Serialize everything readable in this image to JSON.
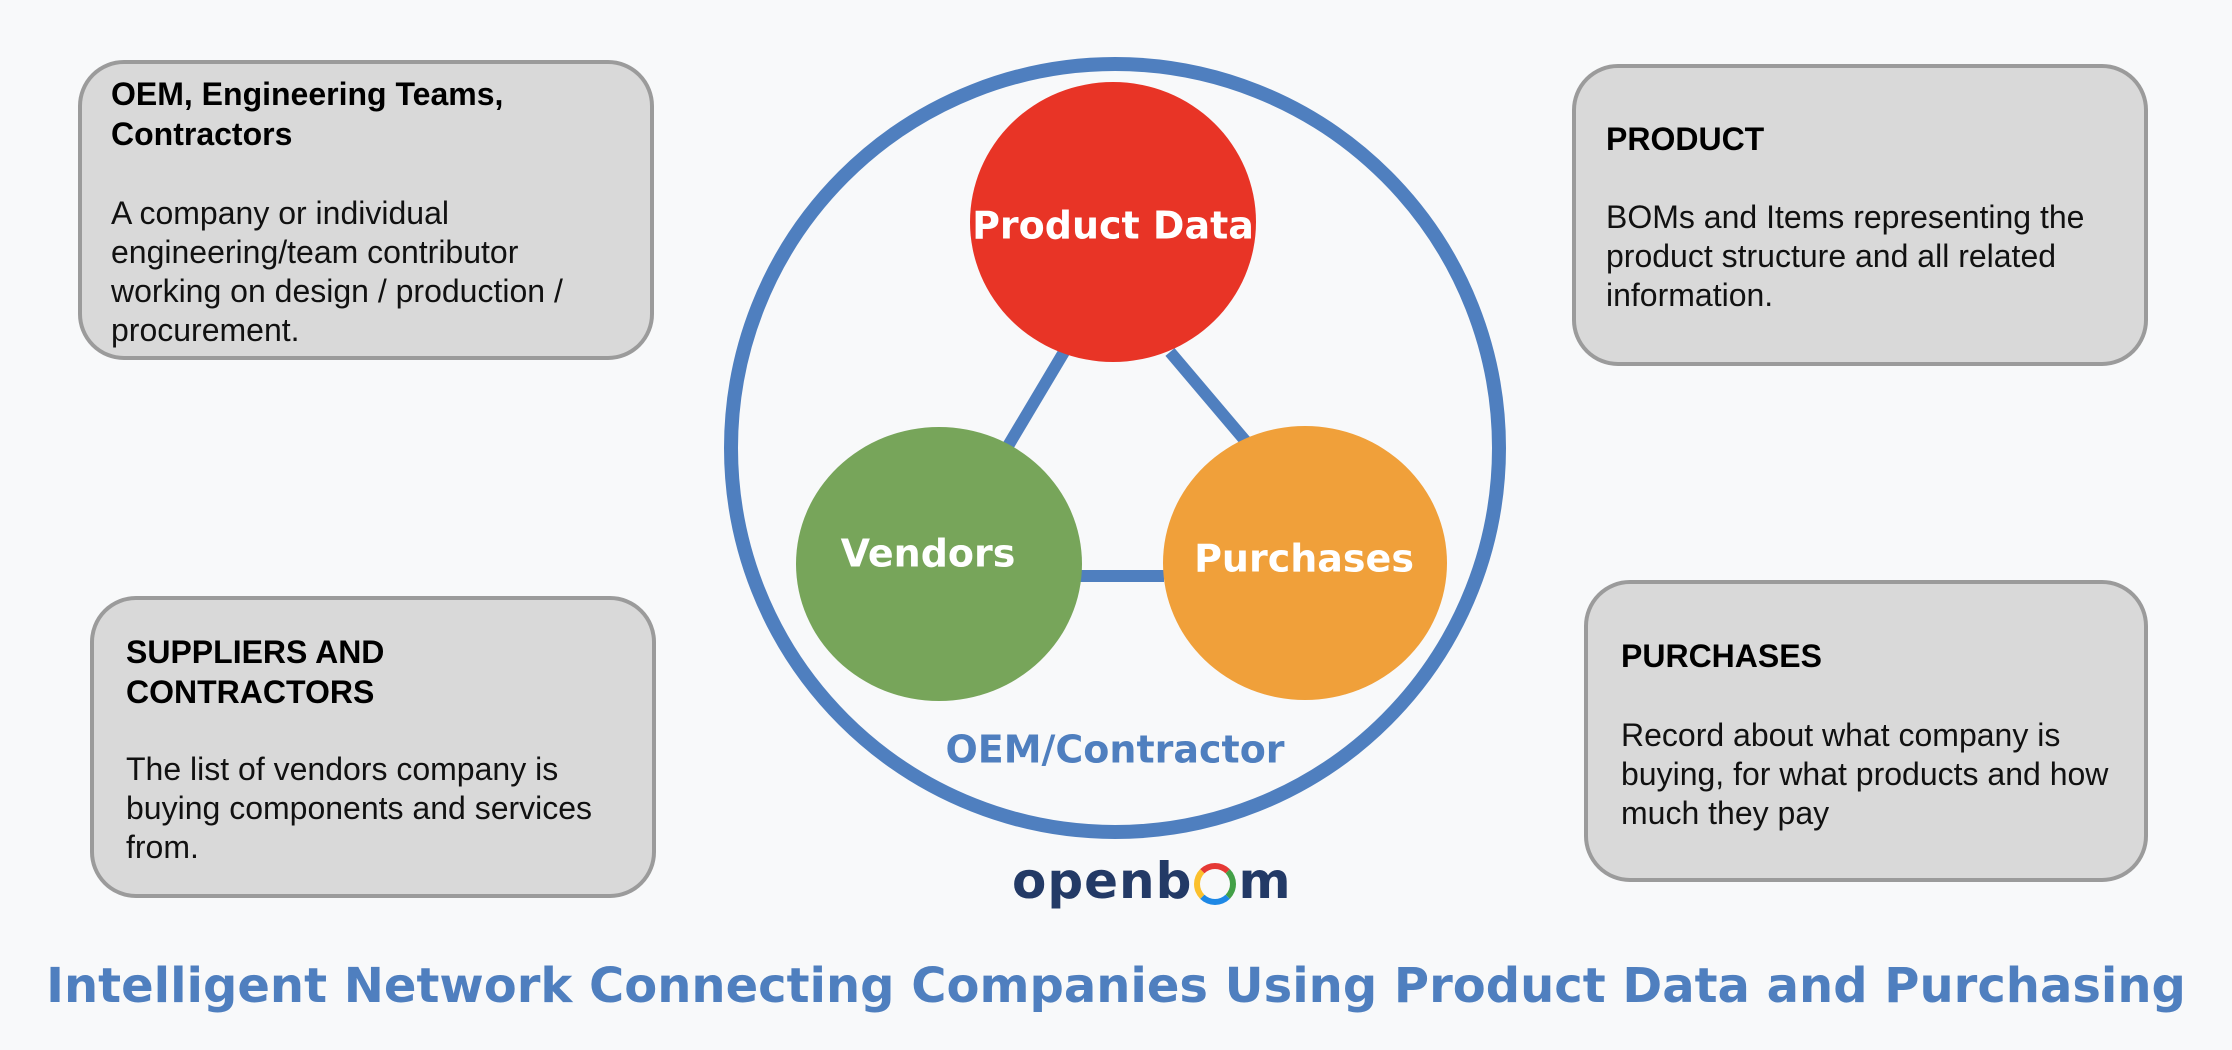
{
  "cards": {
    "oem": {
      "title": "OEM, Engineering Teams, Contractors",
      "body": "A company or individual engineering/team contributor working on design / production / procurement."
    },
    "product": {
      "title": "PRODUCT",
      "body": "BOMs and Items representing the product structure and all related information."
    },
    "suppliers": {
      "title": "SUPPLIERS AND CONTRACTORS",
      "body": "The list of vendors company is buying components and services from."
    },
    "purchases": {
      "title": "PURCHASES",
      "body": "Record about what company is buying, for what products and how much they pay"
    }
  },
  "diagram": {
    "ring_label": "OEM/Contractor",
    "nodes": {
      "product_data": {
        "label": "Product Data",
        "color": "#e83426"
      },
      "vendors": {
        "label": "Vendors",
        "color": "#77a55a"
      },
      "purchases": {
        "label": "Purchases",
        "color": "#f0a03a"
      }
    },
    "ring_color": "#4f7fbf",
    "connector_color": "#4f7fbf"
  },
  "logo": {
    "text_before": "openb",
    "text_after": "m"
  },
  "footer": {
    "title": "Intelligent Network Connecting Companies Using Product Data and Purchasing"
  }
}
